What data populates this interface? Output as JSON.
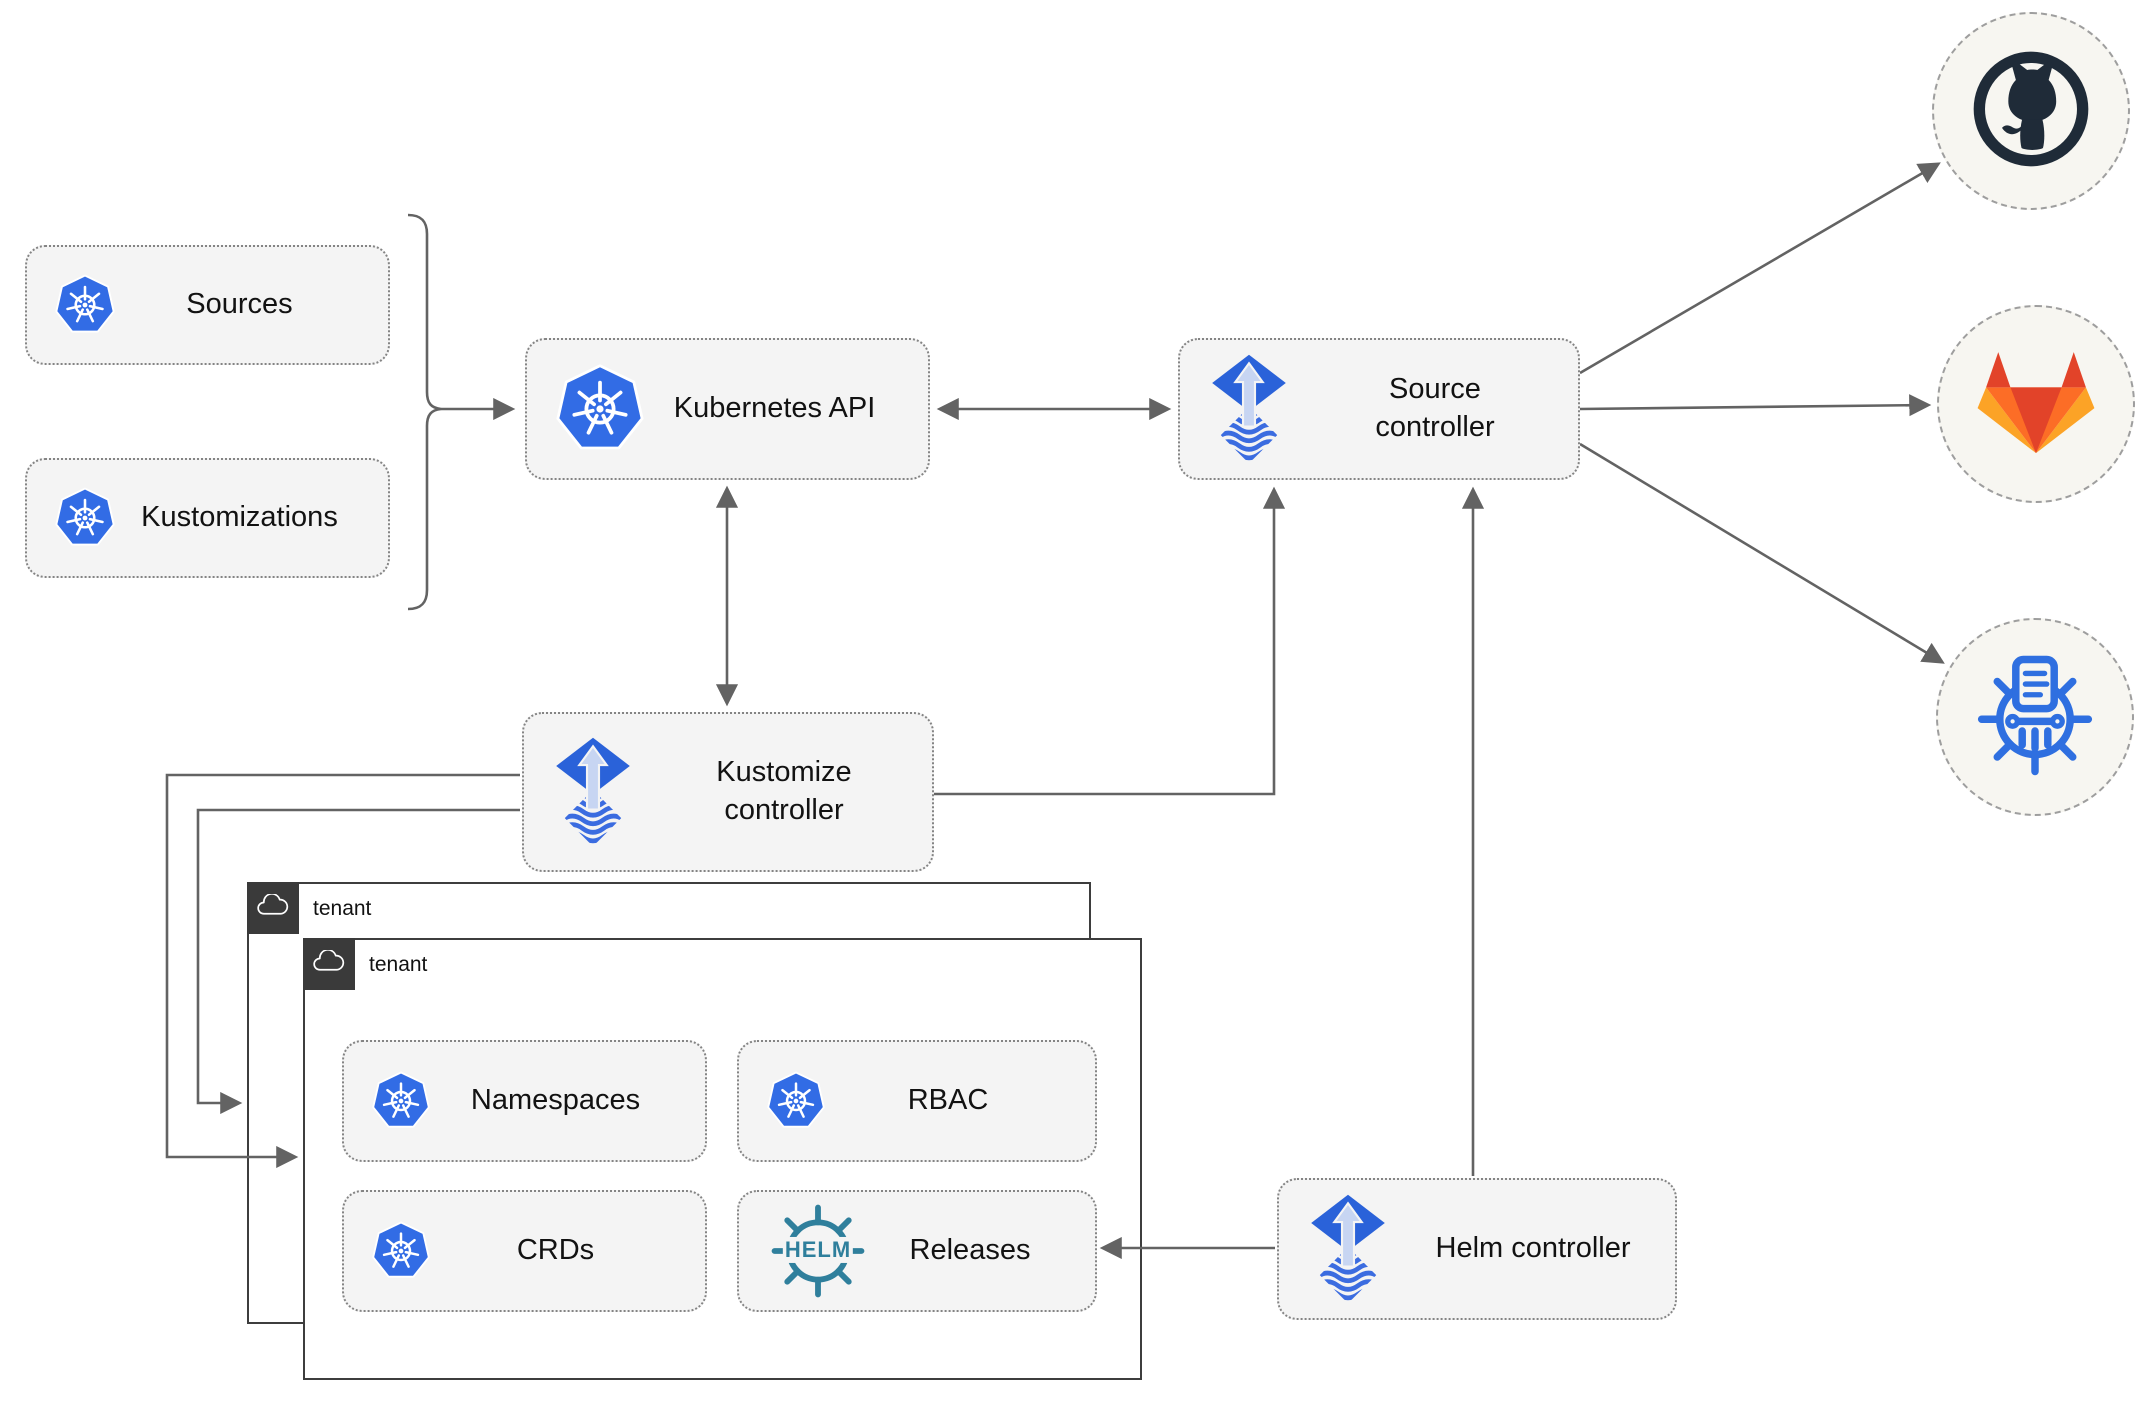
{
  "diagram": {
    "title_hint": "Flux GitOps multi-tenancy architecture",
    "nodes": {
      "sources": {
        "label": "Sources"
      },
      "kustomizations": {
        "label": "Kustomizations"
      },
      "kubernetes_api": {
        "label": "Kubernetes API"
      },
      "source_controller": {
        "label": "Source controller"
      },
      "kustomize_controller": {
        "label": "Kustomize controller"
      },
      "helm_controller": {
        "label": "Helm controller"
      },
      "tenant_back": {
        "label": "tenant"
      },
      "tenant_front": {
        "label": "tenant"
      },
      "namespaces": {
        "label": "Namespaces"
      },
      "rbac": {
        "label": "RBAC"
      },
      "crds": {
        "label": "CRDs"
      },
      "releases": {
        "label": "Releases"
      }
    },
    "helm_logo_text": "HELM",
    "external_targets": [
      "github",
      "gitlab",
      "bucket"
    ],
    "edges": [
      {
        "from": "sources/kustomizations",
        "to": "kubernetes_api",
        "style": "arrow-with-brace"
      },
      {
        "from": "kubernetes_api",
        "to": "source_controller",
        "style": "bidirectional"
      },
      {
        "from": "kubernetes_api",
        "to": "kustomize_controller",
        "style": "bidirectional"
      },
      {
        "from": "kustomize_controller",
        "to": "source_controller",
        "style": "arrow"
      },
      {
        "from": "kustomize_controller",
        "to": "tenant_front",
        "style": "arrow"
      },
      {
        "from": "kustomize_controller",
        "to": "tenant_back",
        "style": "arrow"
      },
      {
        "from": "helm_controller",
        "to": "source_controller",
        "style": "arrow"
      },
      {
        "from": "helm_controller",
        "to": "releases",
        "style": "arrow"
      },
      {
        "from": "source_controller",
        "to": "github",
        "style": "arrow"
      },
      {
        "from": "source_controller",
        "to": "gitlab",
        "style": "arrow"
      },
      {
        "from": "source_controller",
        "to": "bucket",
        "style": "arrow"
      }
    ],
    "colors": {
      "kubernetes_blue": "#326CE5",
      "flux_blue": "#2a62d9",
      "flux_arrow_light": "#c7d5f2",
      "helm_teal": "#2f7f9c",
      "github_dark": "#1f2b38",
      "gitlab_red_orange": "#e24329",
      "gitlab_orange": "#fc6d26",
      "gitlab_yellow_orange": "#fca326",
      "bucket_blue": "#2f6fe0",
      "connector_gray": "#636363",
      "node_fill": "#f4f4f4",
      "tenant_tab_dark": "#3a3a3a"
    }
  }
}
